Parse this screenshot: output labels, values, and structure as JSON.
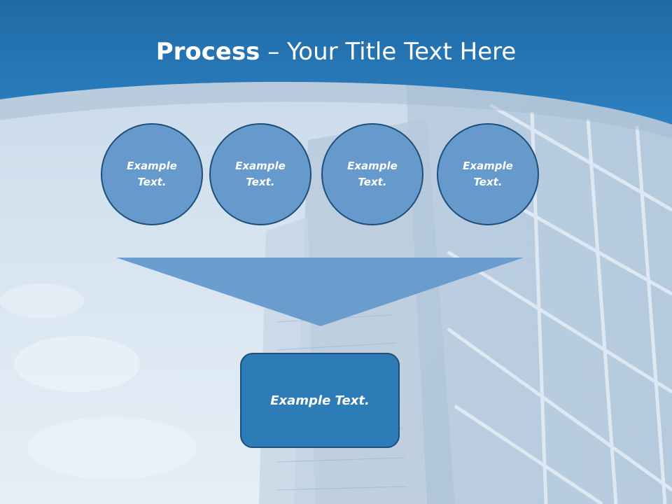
{
  "slide": {
    "title_bold": "Process",
    "title_rest": " – Your Title Text Here"
  },
  "process": {
    "steps": [
      {
        "line1": "Example",
        "line2": "Text."
      },
      {
        "line1": "Example",
        "line2": "Text."
      },
      {
        "line1": "Example",
        "line2": "Text."
      },
      {
        "line1": "Example",
        "line2": "Text."
      }
    ],
    "result_label": "Example Text."
  },
  "colors": {
    "header_blue": "#2e7cb7",
    "circle_fill": "#6699cc",
    "outline": "#1f4e79",
    "funnel_fill": "#6699cc",
    "box_fill": "#2e7cb7"
  }
}
